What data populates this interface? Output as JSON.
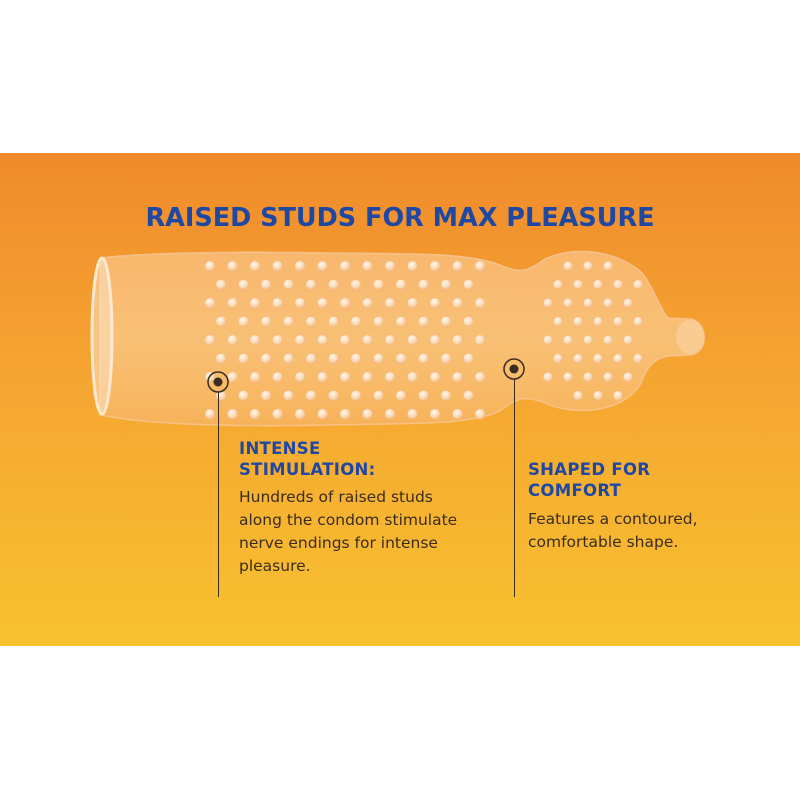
{
  "headline": "RAISED STUDS FOR MAX PLEASURE",
  "features": [
    {
      "title_line1": "INTENSE",
      "title_line2": "STIMULATION:",
      "desc_lines": [
        "Hundreds of raised studs",
        "along the condom stimulate",
        "nerve endings for intense",
        "pleasure."
      ]
    },
    {
      "title_line1": "SHAPED FOR",
      "title_line2": "COMFORT",
      "desc_lines": [
        "Features a contoured,",
        "comfortable shape."
      ]
    }
  ],
  "colors": {
    "banner_top": "#f08a2c",
    "banner_bottom": "#f8c12f",
    "headline": "#1f48a3",
    "body_text": "#3a2c20"
  }
}
